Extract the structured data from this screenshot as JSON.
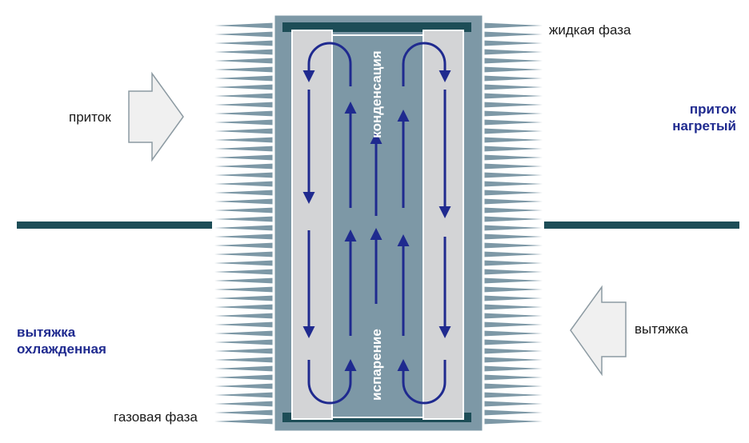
{
  "labels": {
    "liquid_phase": "жидкая фаза",
    "gas_phase": "газовая фаза",
    "inflow": "приток",
    "inflow_heated_line1": "приток",
    "inflow_heated_line2": "нагретый",
    "exhaust": "вытяжка",
    "exhaust_cooled_line1": "вытяжка",
    "exhaust_cooled_line2": "охлажденная",
    "condensation": "конденсация",
    "evaporation": "испарение"
  },
  "colors": {
    "body": "#7d98a6",
    "frame_dark": "#1d4d57",
    "pipe": "#d3d4d6",
    "fin": "#7d98a6",
    "flow_arrow": "#1f2a8f",
    "accent_text": "#1f2a8f",
    "big_arrow_fill": "#f0f0f0",
    "big_arrow_stroke": "#8c9aa2"
  }
}
